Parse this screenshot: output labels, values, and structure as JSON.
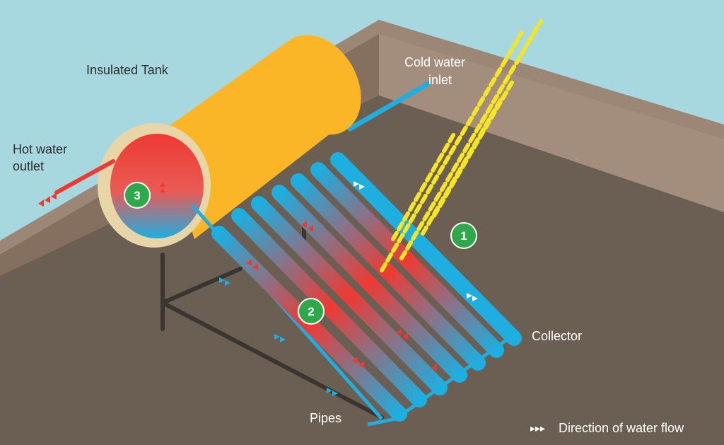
{
  "labels": {
    "insulated_tank": "Insulated Tank",
    "cold_water_line1": "Cold water",
    "cold_water_line2": "inlet",
    "hot_water_line1": "Hot water",
    "hot_water_line2": "outlet",
    "collector": "Collector",
    "pipes": "Pipes",
    "legend": "Direction of water flow"
  },
  "legend_symbol": "▸▸▸",
  "badges": [
    "1",
    "2",
    "3"
  ],
  "colors": {
    "sky": "#a8d8df",
    "roof": "#6b5e52",
    "parapet": "#9c8676",
    "tank": "#fbb627",
    "tank_rim": "#e9d6a8",
    "hot": "#ee3a33",
    "cold": "#1eaee0",
    "sun_rays": "#f6e426",
    "badge": "#2ea84a",
    "frame": "#3a3530"
  }
}
